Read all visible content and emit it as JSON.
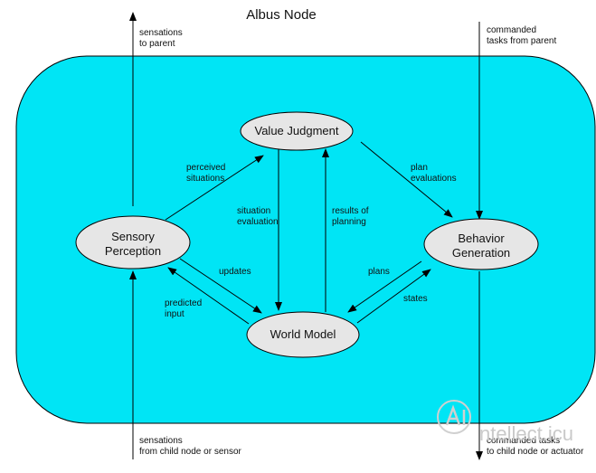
{
  "diagram": {
    "title": "Albus Node",
    "colors": {
      "node_fill": "#00e5f5",
      "ellipse_fill": "#e6e6e6",
      "line": "#000000"
    },
    "nodes": {
      "value_judgment": "Value Judgment",
      "sensory_perception": "Sensory\nPerception",
      "behavior_generation": "Behavior\nGeneration",
      "world_model": "World Model"
    },
    "edges": {
      "sensations_to_parent": "sensations\nto parent",
      "commanded_from_parent": "commanded\ntasks from parent",
      "perceived_situations": "perceived\nsituations",
      "plan_evaluations": "plan\nevaluations",
      "situation_evaluation": "situation\nevaluation",
      "results_of_planning": "results of\nplanning",
      "updates": "updates",
      "plans": "plans",
      "predicted_input": "predicted\ninput",
      "states": "states",
      "sensations_from_child": "sensations\nfrom child node or sensor",
      "commanded_to_child": "commanded tasks\nto child node or actuator"
    },
    "watermark": {
      "text": "ntellect.icu",
      "icon": "ai-logo-icon"
    }
  }
}
